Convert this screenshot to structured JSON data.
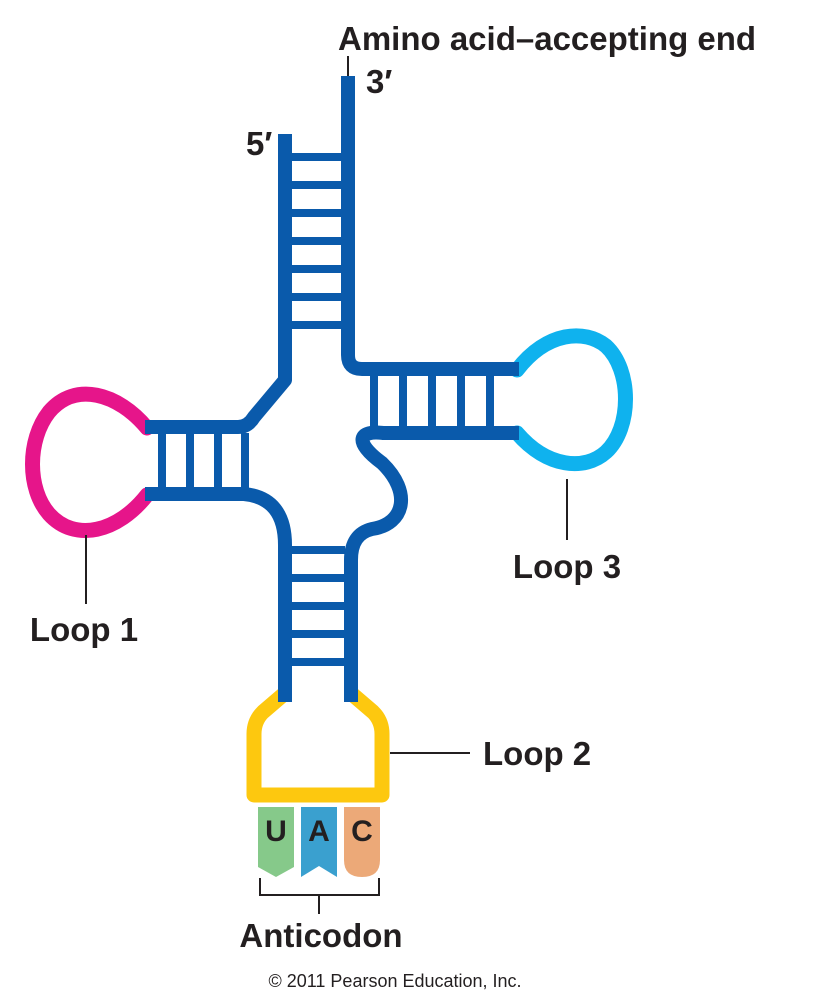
{
  "labels": {
    "amino_end": "Amino acid–accepting end",
    "three_prime": "3′",
    "five_prime": "5′",
    "loop1": "Loop 1",
    "loop2": "Loop 2",
    "loop3": "Loop 3",
    "anticodon": "Anticodon",
    "copyright": "© 2011 Pearson Education, Inc."
  },
  "anticodon_bases": [
    {
      "letter": "U",
      "color": "#86c98a"
    },
    {
      "letter": "A",
      "color": "#3aa0cf"
    },
    {
      "letter": "C",
      "color": "#eca978"
    }
  ],
  "colors": {
    "backbone": "#0a5aab",
    "loop1": "#e6158a",
    "loop2": "#fdc80f",
    "loop3": "#0fb2ee",
    "text": "#231f20"
  }
}
